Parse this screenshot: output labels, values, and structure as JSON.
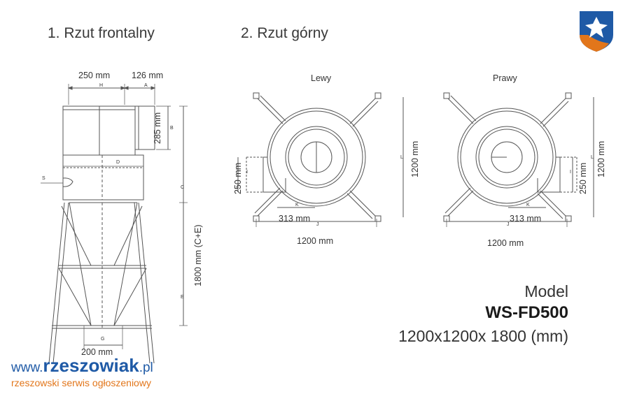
{
  "headings": {
    "front_view": "1. Rzut frontalny",
    "top_view": "2. Rzut górny"
  },
  "views": {
    "left": "Lewy",
    "right": "Prawy"
  },
  "front_dims": {
    "h": "250 mm",
    "a": "126 mm",
    "b": "285 mm",
    "c_e": "1800 mm (C+E)",
    "g": "200 mm",
    "letters": {
      "H": "H",
      "A": "A",
      "B": "B",
      "C": "C",
      "D": "D",
      "E": "E",
      "S": "S",
      "G": "G"
    }
  },
  "top_left_dims": {
    "i": "250 mm",
    "l": "1200 mm",
    "k": "313 mm",
    "j": "1200 mm",
    "letters": {
      "I": "I",
      "L": "L",
      "K": "K",
      "J": "J"
    }
  },
  "top_right_dims": {
    "i": "250 mm",
    "l": "1200 mm",
    "k": "313 mm",
    "j": "1200 mm",
    "letters": {
      "I": "I",
      "L": "L",
      "K": "K",
      "J": "J"
    }
  },
  "model": {
    "label": "Model",
    "name": "WS-FD500",
    "dimensions": "1200x1200x 1800 (mm)"
  },
  "watermark": {
    "prefix": "www.",
    "name": "rzeszowiak",
    "suffix": ".pl",
    "tagline": "rzeszowski serwis ogłoszeniowy"
  },
  "colors": {
    "drawing": "#555555",
    "text": "#333333",
    "brand_blue": "#1f5aa6",
    "brand_orange": "#e2761b"
  },
  "logo": {
    "icon": "shield-cross-logo-icon"
  }
}
